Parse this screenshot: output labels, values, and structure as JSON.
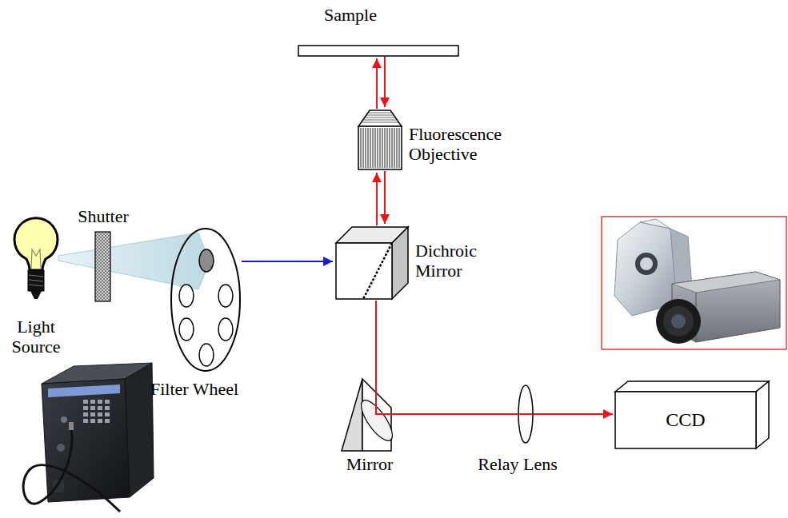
{
  "diagram": {
    "nodes": [
      {
        "text": [
          "Sample"
        ]
      },
      {
        "text": [
          "Fluorescence Objective"
        ]
      },
      {
        "text": [
          "Shutter"
        ]
      },
      {
        "text": [
          "Dichroic Mirror"
        ]
      },
      {
        "text": [
          "Light Source"
        ]
      },
      {
        "text": [
          "Filter Wheel"
        ]
      },
      {
        "text": [
          "Mirror"
        ]
      },
      {
        "text": [
          "Relay Lens"
        ]
      },
      {
        "text": [
          "CCD"
        ]
      }
    ],
    "edges": [
      {
        "from": 1,
        "to": 0,
        "arrow": "to"
      },
      {
        "from": 0,
        "to": 1,
        "arrow": "to"
      },
      {
        "from": 3,
        "to": 1,
        "arrow": "to"
      },
      {
        "from": 1,
        "to": 3,
        "arrow": "to"
      },
      {
        "from": 5,
        "to": 3,
        "arrow": "to"
      },
      {
        "from": 3,
        "to": 6,
        "arrow": "none"
      },
      {
        "from": 6,
        "to": 7,
        "arrow": "none"
      },
      {
        "from": 7,
        "to": 8,
        "arrow": "to"
      }
    ]
  }
}
